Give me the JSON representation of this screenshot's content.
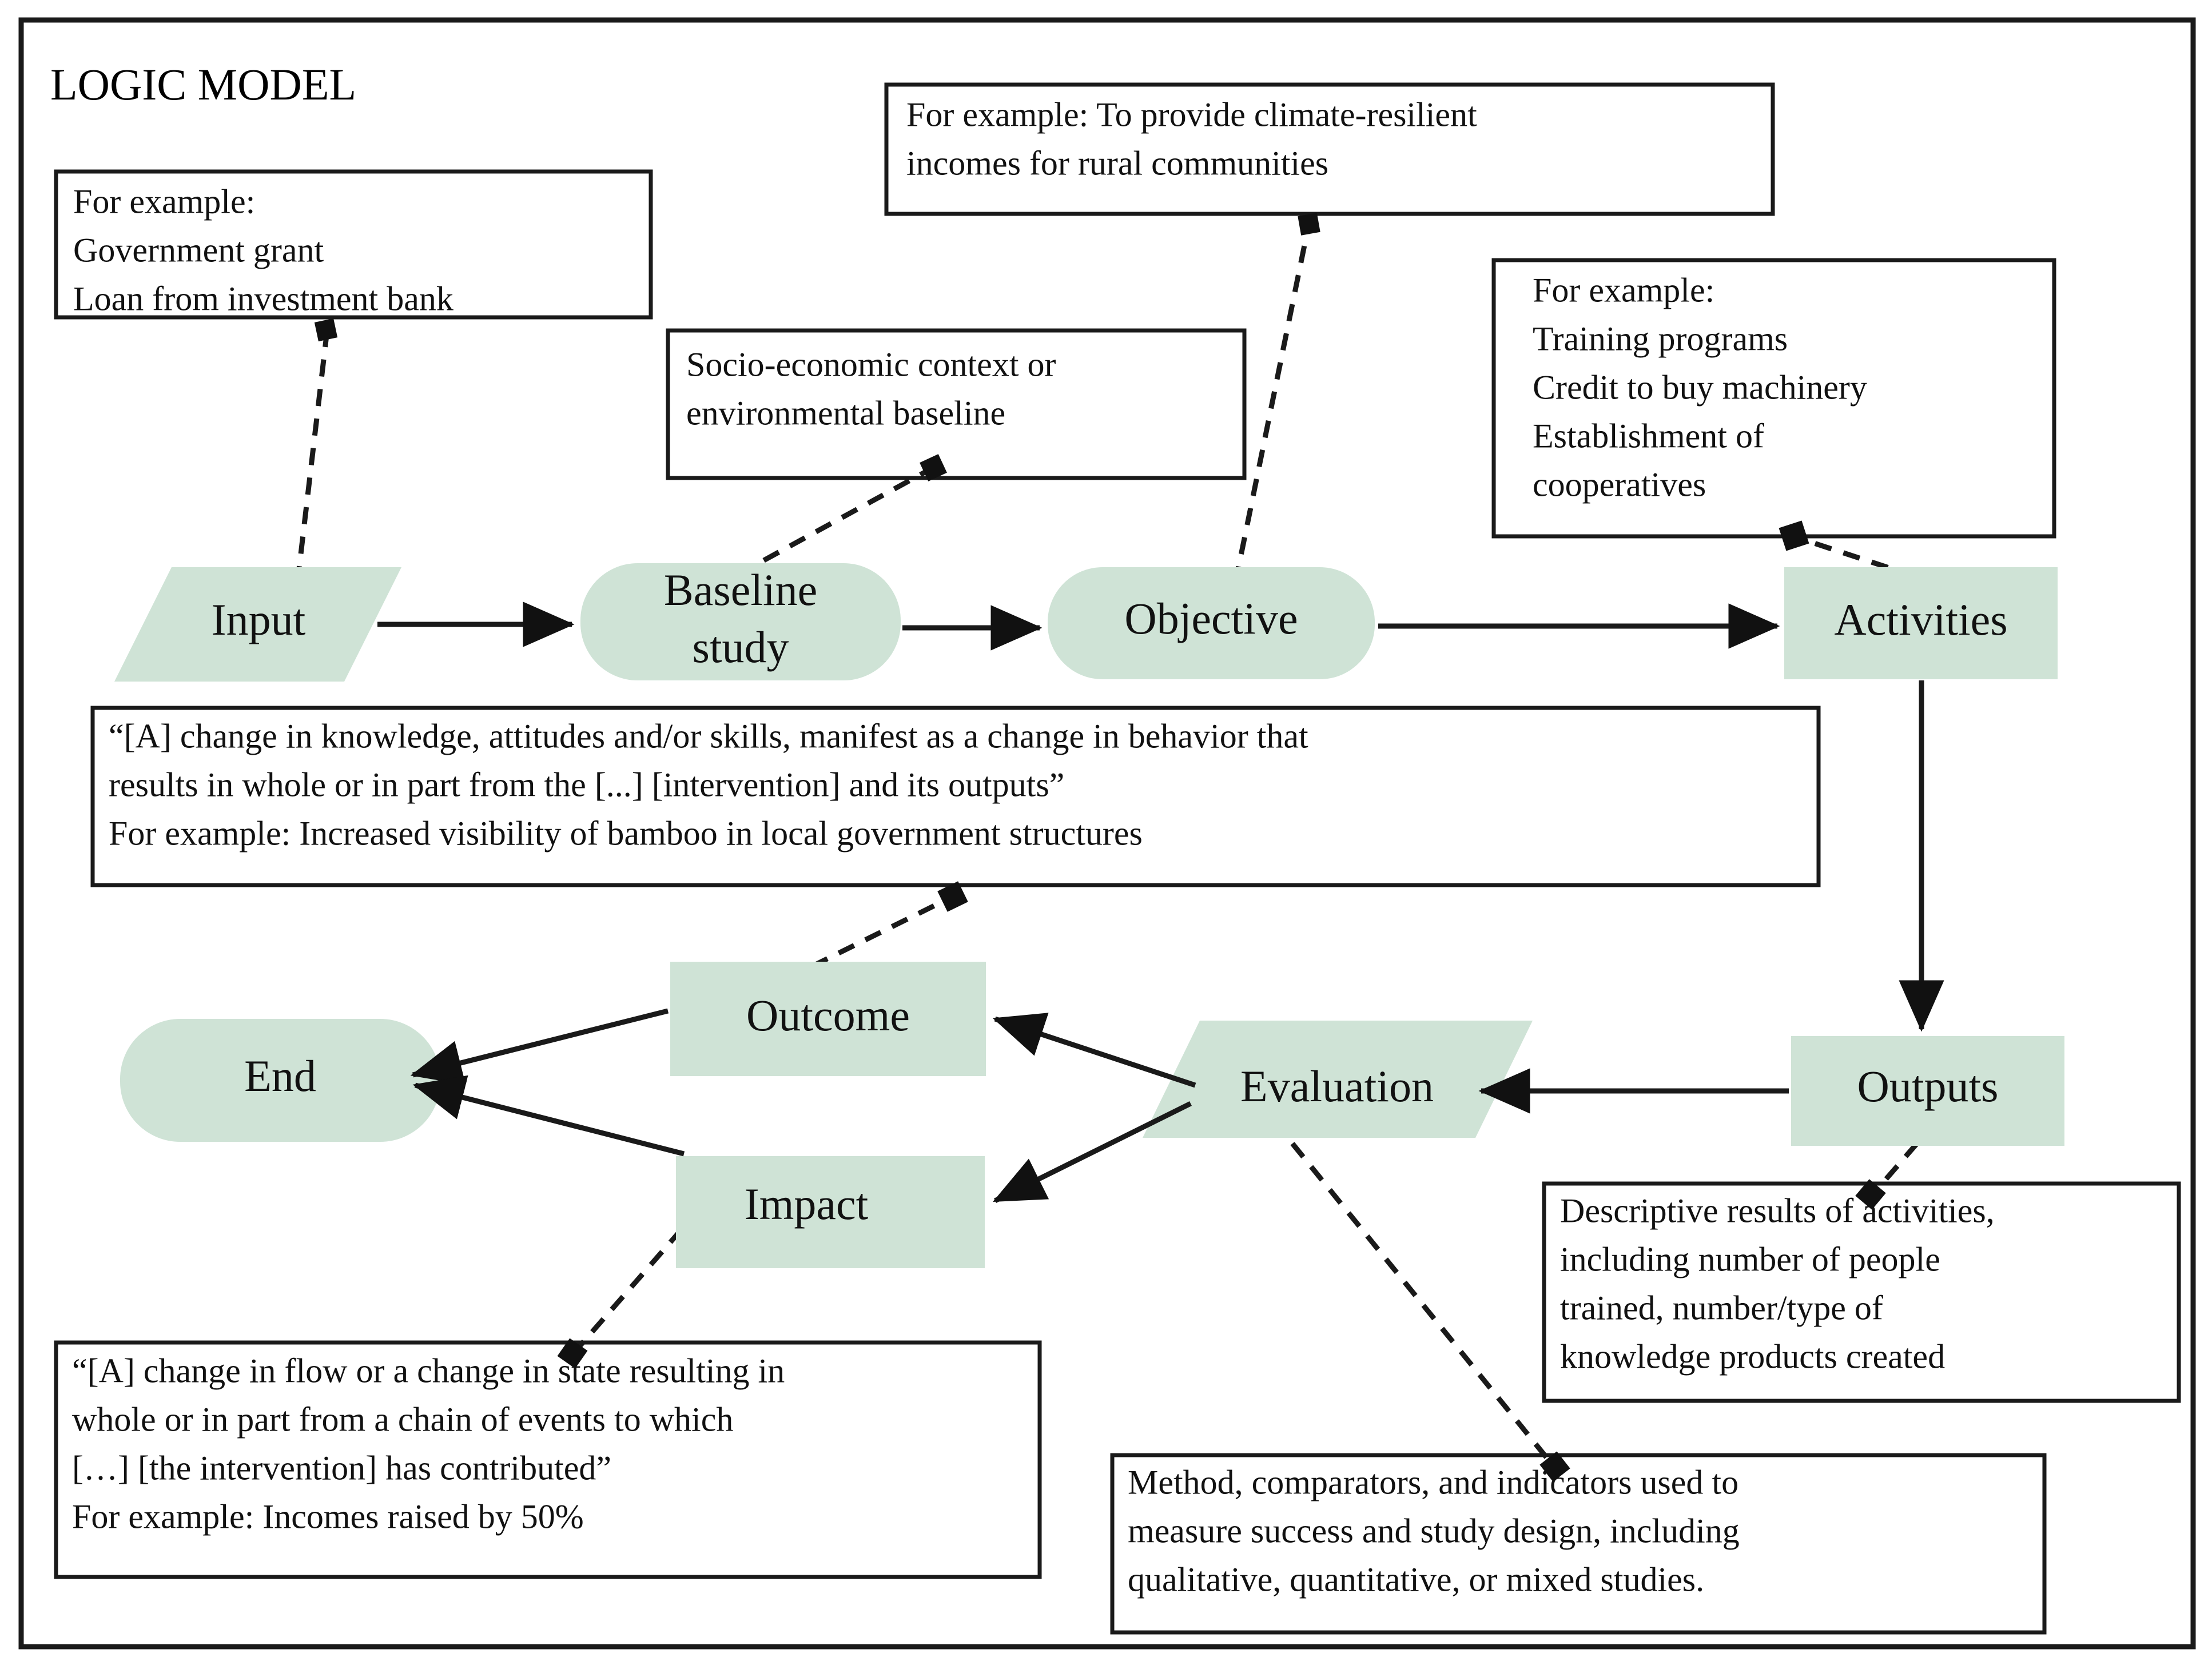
{
  "title": "LOGIC MODEL",
  "colors": {
    "node_fill": "#cfe3d6",
    "stroke": "#1a1a1a",
    "background": "#ffffff",
    "text": "#111111"
  },
  "nodes": {
    "input": {
      "label": "Input",
      "shape": "parallelogram"
    },
    "baseline": {
      "label_line1": "Baseline",
      "label_line2": "study",
      "shape": "rounded-rectangle"
    },
    "objective": {
      "label": "Objective",
      "shape": "rounded-rectangle"
    },
    "activities": {
      "label": "Activities",
      "shape": "rectangle"
    },
    "outputs": {
      "label": "Outputs",
      "shape": "rectangle"
    },
    "evaluation": {
      "label": "Evaluation",
      "shape": "parallelogram"
    },
    "outcome": {
      "label": "Outcome",
      "shape": "rectangle"
    },
    "impact": {
      "label": "Impact",
      "shape": "rectangle"
    },
    "end": {
      "label": "End",
      "shape": "rounded-rectangle"
    }
  },
  "callouts": {
    "input_example": {
      "lines": [
        "For example:",
        "Government grant",
        "Loan from investment bank"
      ]
    },
    "objective_example": {
      "lines": [
        "For example: To provide climate-resilient",
        "incomes for rural communities"
      ]
    },
    "baseline_note": {
      "lines": [
        "Socio-economic context or",
        "environmental baseline"
      ]
    },
    "activities_example": {
      "lines": [
        "For example:",
        "Training programs",
        "Credit to buy machinery",
        "Establishment of",
        "cooperatives"
      ]
    },
    "outcome_definition": {
      "lines": [
        "“[A] change in knowledge, attitudes and/or skills, manifest as a change in behavior that",
        "results in whole or in part from the [...] [intervention] and its outputs”",
        " For example: Increased visibility of bamboo in local government structures"
      ]
    },
    "outputs_note": {
      "lines": [
        "Descriptive results of activities,",
        "including number of people",
        "trained, number/type of",
        "knowledge products created"
      ]
    },
    "impact_definition": {
      "lines": [
        "“[A] change in flow or a change in state resulting in",
        "whole or in part from a chain of events to which",
        "[…] [the intervention] has contributed”",
        " For example: Incomes raised by 50%"
      ]
    },
    "evaluation_note": {
      "lines": [
        "Method, comparators, and indicators used to",
        "measure success and study design, including",
        "qualitative, quantitative, or mixed studies."
      ]
    }
  },
  "edges": [
    {
      "from": "input",
      "to": "baseline",
      "style": "solid-arrow"
    },
    {
      "from": "baseline",
      "to": "objective",
      "style": "solid-arrow"
    },
    {
      "from": "objective",
      "to": "activities",
      "style": "solid-arrow"
    },
    {
      "from": "activities",
      "to": "outputs",
      "style": "solid-arrow"
    },
    {
      "from": "outputs",
      "to": "evaluation",
      "style": "solid-arrow"
    },
    {
      "from": "evaluation",
      "to": "outcome",
      "style": "solid-arrow"
    },
    {
      "from": "evaluation",
      "to": "impact",
      "style": "solid-arrow"
    },
    {
      "from": "outcome",
      "to": "end",
      "style": "solid-arrow"
    },
    {
      "from": "impact",
      "to": "end",
      "style": "solid-arrow"
    },
    {
      "from": "input",
      "to": "input_example",
      "style": "dashed"
    },
    {
      "from": "baseline",
      "to": "baseline_note",
      "style": "dashed"
    },
    {
      "from": "objective",
      "to": "objective_example",
      "style": "dashed"
    },
    {
      "from": "activities",
      "to": "activities_example",
      "style": "dashed"
    },
    {
      "from": "outcome",
      "to": "outcome_definition",
      "style": "dashed"
    },
    {
      "from": "outputs",
      "to": "outputs_note",
      "style": "dashed"
    },
    {
      "from": "impact",
      "to": "impact_definition",
      "style": "dashed"
    },
    {
      "from": "evaluation",
      "to": "evaluation_note",
      "style": "dashed"
    }
  ]
}
